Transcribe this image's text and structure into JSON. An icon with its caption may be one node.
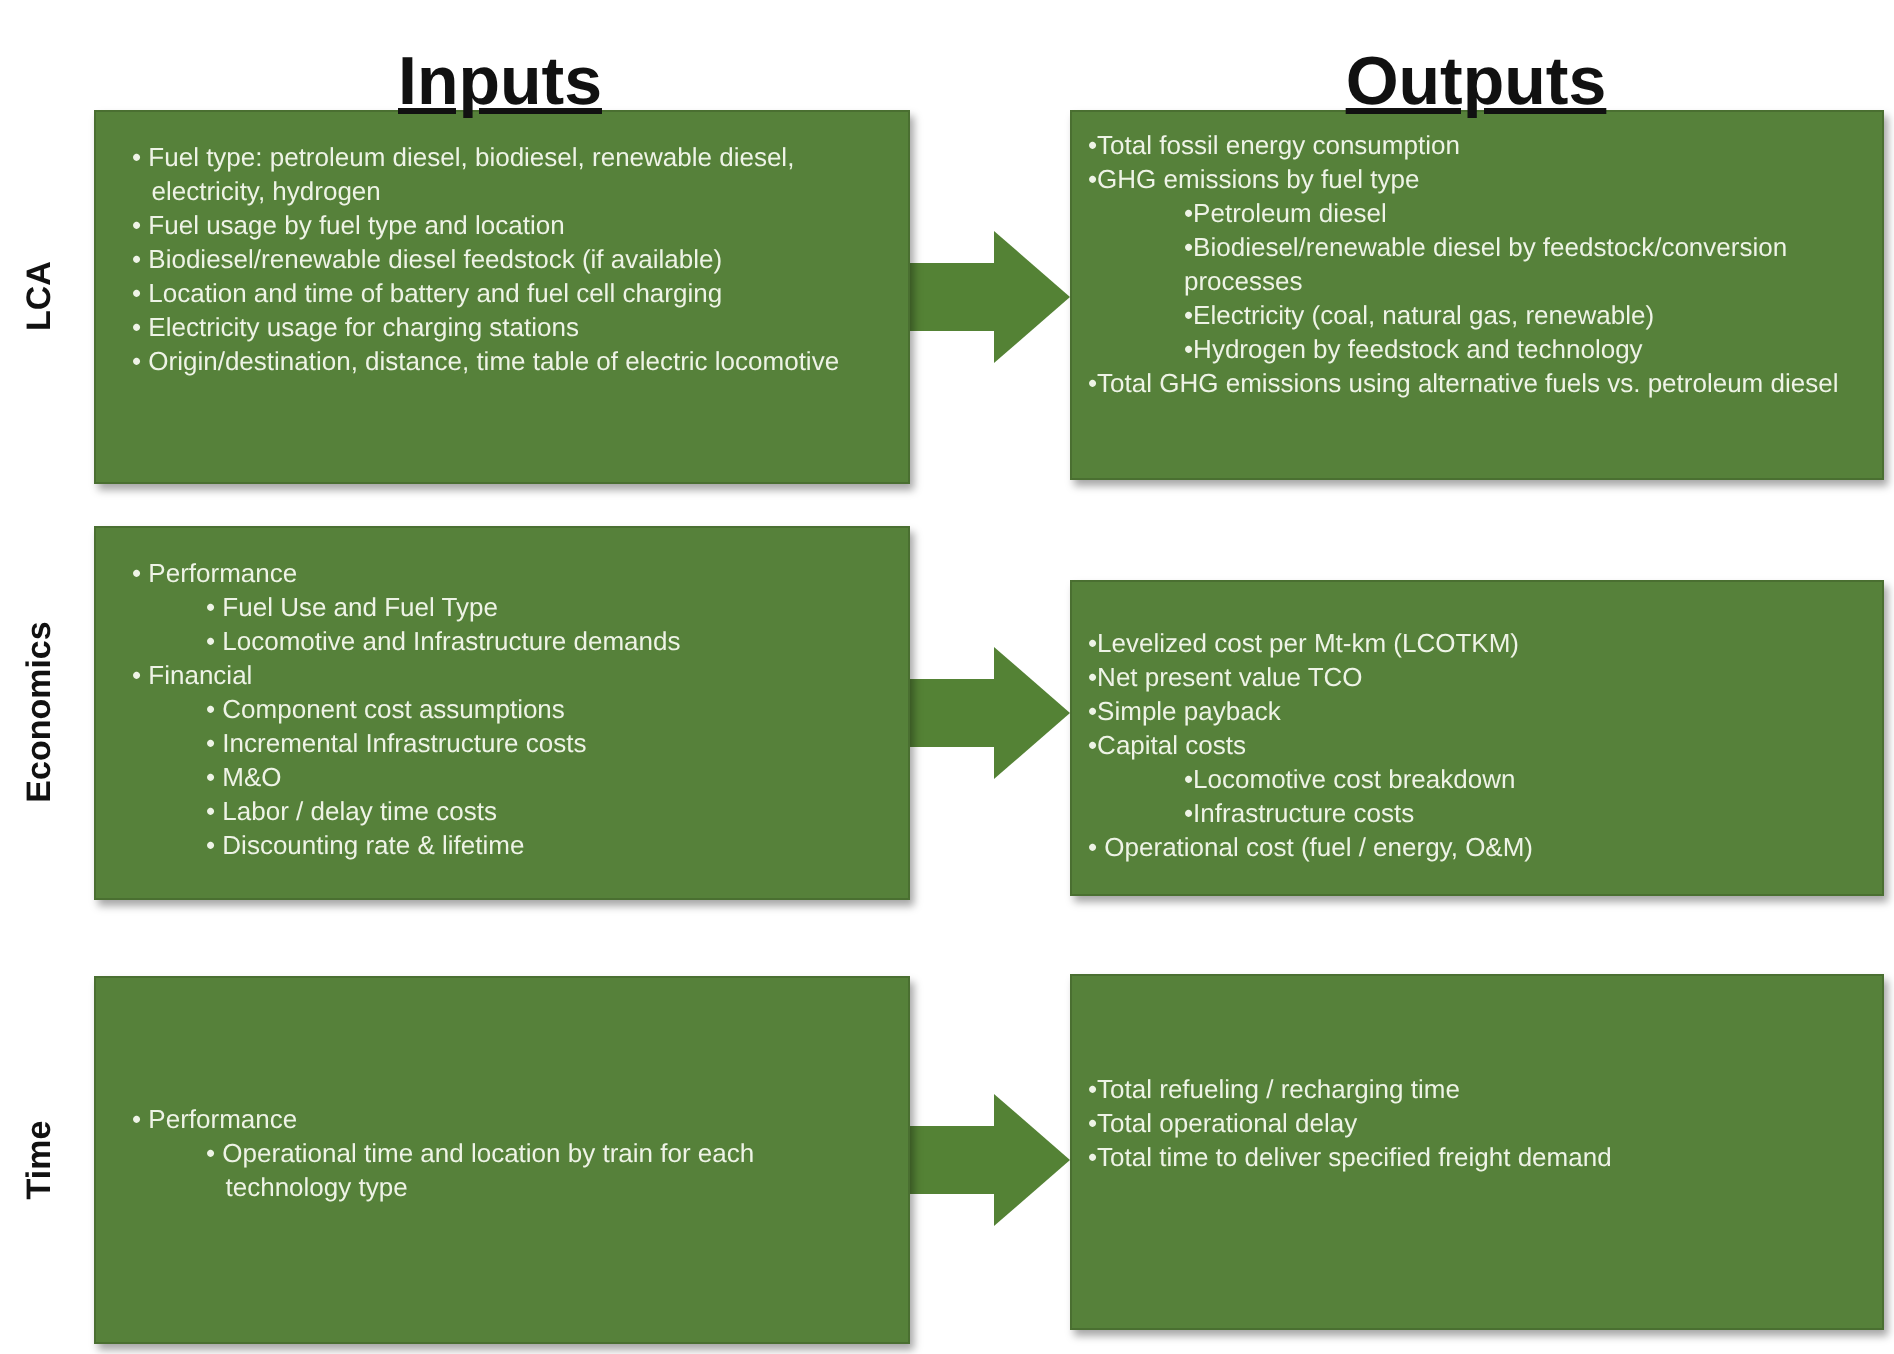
{
  "diagram": {
    "nodes": [
      {
        "text": [
          "• Fuel type: petroleum diesel, biodiesel, renewable diesel, electricity, hydrogen",
          "• Fuel usage by fuel type and location",
          "• Biodiesel/renewable diesel feedstock (if available)",
          "• Location and time of battery and fuel cell charging",
          "• Electricity usage for charging stations",
          "• Origin/destination, distance, time table of electric locomotive"
        ]
      },
      {
        "text": [
          "•Total fossil energy consumption",
          "•GHG emissions by fuel type",
          "•Petroleum diesel",
          "•Biodiesel/renewable diesel by feedstock/conversion processes",
          "•Electricity (coal, natural gas, renewable)",
          "•Hydrogen by feedstock and technology",
          "•Total GHG emissions using alternative fuels vs. petroleum diesel"
        ]
      },
      {
        "text": [
          "• Performance",
          "• Fuel Use and Fuel Type",
          "• Locomotive and Infrastructure demands",
          "• Financial",
          "• Component cost assumptions",
          "• Incremental Infrastructure costs",
          "• M&O",
          "• Labor / delay time costs",
          "• Discounting rate & lifetime"
        ]
      },
      {
        "text": [
          "•Levelized cost per Mt-km (LCOTKM)",
          "•Net present value TCO",
          "•Simple payback",
          "•Capital costs",
          "•Locomotive cost breakdown",
          "•Infrastructure costs",
          "• Operational cost (fuel / energy, O&M)"
        ]
      },
      {
        "text": [
          "• Performance",
          "• Operational time and location by train for each technology type"
        ]
      },
      {
        "text": [
          "•Total refueling / recharging time",
          "•Total operational delay",
          "•Total time to deliver specified freight demand"
        ]
      }
    ],
    "edges": [
      {
        "from": 0,
        "to": 1,
        "arrow": "to"
      },
      {
        "from": 2,
        "to": 3,
        "arrow": "to"
      },
      {
        "from": 4,
        "to": 5,
        "arrow": "to"
      }
    ],
    "labels": [
      "Inputs",
      "Outputs",
      "LCA",
      "Economics",
      "Time"
    ]
  }
}
